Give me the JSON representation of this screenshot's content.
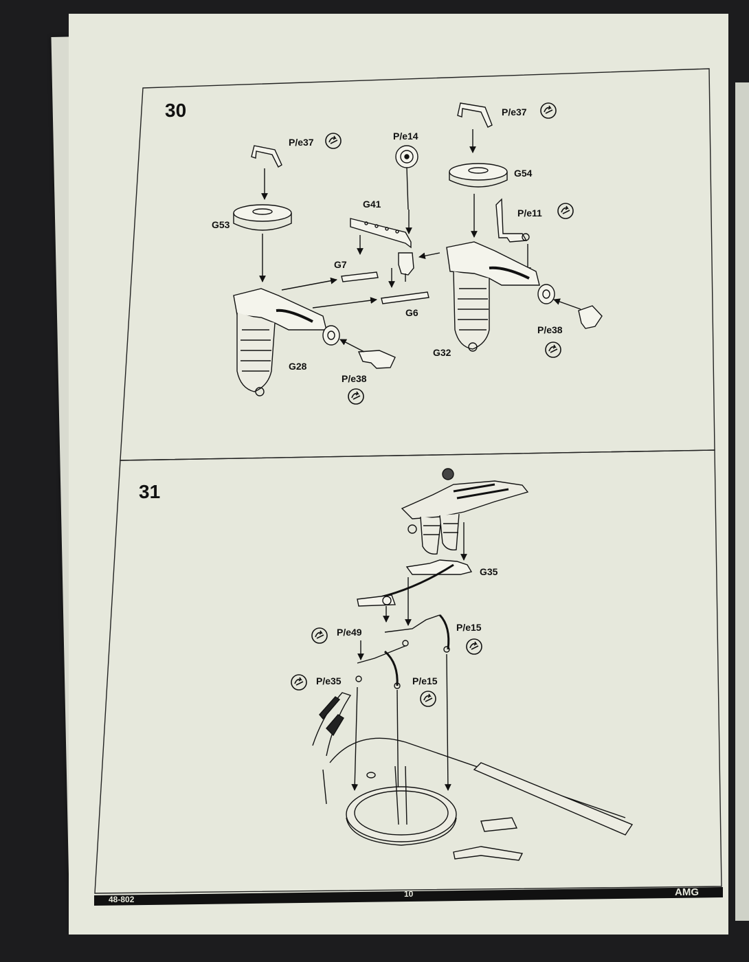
{
  "steps": [
    {
      "number": "30",
      "labels": {
        "pe37_left": "P/e37",
        "pe37_right": "P/e37",
        "pe14": "P/e14",
        "g54": "G54",
        "g41": "G41",
        "pe11": "P/e11",
        "g53": "G53",
        "g7": "G7",
        "g6": "G6",
        "pe38_right": "P/e38",
        "g28": "G28",
        "g32": "G32",
        "pe38_left": "P/e38"
      }
    },
    {
      "number": "31",
      "labels": {
        "g35": "G35",
        "pe49": "P/e49",
        "pe15_top": "P/e15",
        "pe35": "P/e35",
        "pe15_bottom": "P/e15"
      }
    }
  ],
  "footer": {
    "code": "48-802",
    "page_number": "10",
    "brand": "AMG"
  },
  "colors": {
    "paper": "#e6e8dc",
    "ink": "#111111",
    "footer_bar": "#111111"
  },
  "icons": [
    "photo-etch-bend-icon"
  ]
}
